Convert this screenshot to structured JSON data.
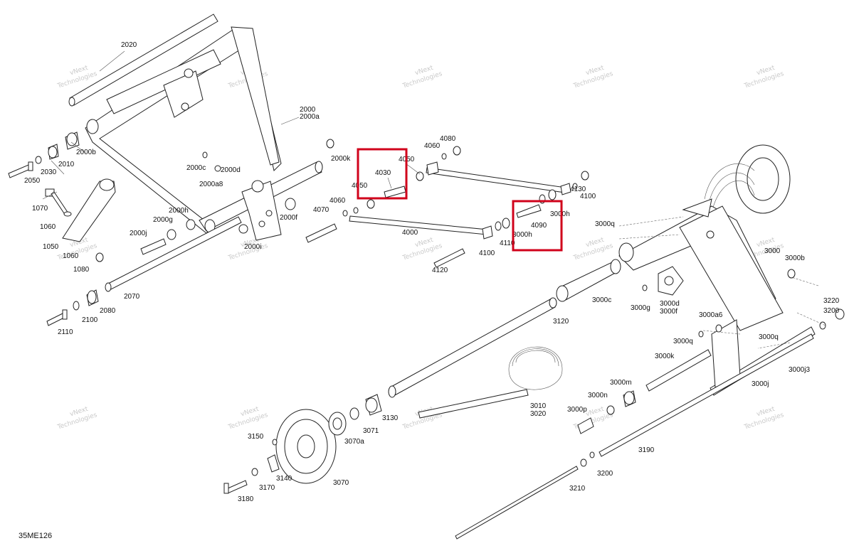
{
  "diagram_code": "35ME126",
  "watermark": {
    "line1": "vNext",
    "line2": "Technologies"
  },
  "highlight_color": "#d0021b",
  "highlighted_parts": [
    "4030",
    "4090"
  ],
  "parts": [
    "2020",
    "2000",
    "2000a",
    "2000b",
    "2030",
    "2010",
    "2050",
    "2000c",
    "2000d",
    "2000a8",
    "2000k",
    "2000h",
    "2000g",
    "2000j",
    "2000f",
    "2000i",
    "1070",
    "1060",
    "1050",
    "1060",
    "1080",
    "2070",
    "2080",
    "2100",
    "2110",
    "4030",
    "4050",
    "4060",
    "4080",
    "4060",
    "4050",
    "4070",
    "4000",
    "4100",
    "4110",
    "4120",
    "4130",
    "4100",
    "4090",
    "3000h",
    "3000h",
    "3000q",
    "3000",
    "3000b",
    "3000c",
    "3000g",
    "3000d",
    "3000f",
    "3000a6",
    "3000q",
    "3000q",
    "3000k",
    "3000j3",
    "3000j",
    "3220",
    "3200",
    "3120",
    "3010",
    "3020",
    "3000m",
    "3000n",
    "3000p",
    "3190",
    "3200",
    "3210",
    "3130",
    "3071",
    "3070a",
    "3070",
    "3150",
    "3140",
    "3170",
    "3180"
  ]
}
